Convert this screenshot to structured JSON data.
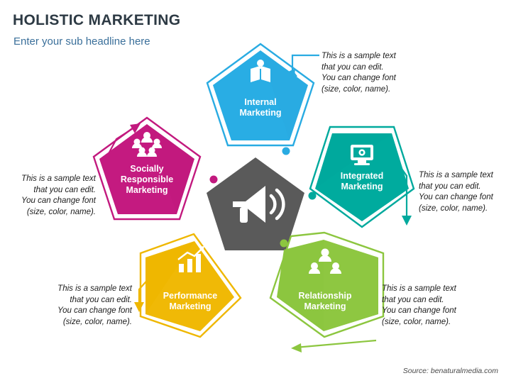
{
  "header": {
    "title": "HOLISTIC MARKETING",
    "subtitle": "Enter your sub headline here"
  },
  "footer": {
    "source": "Source: benaturalmedia.com"
  },
  "center": {
    "icon": "megaphone-icon",
    "color": "#5a5a5a"
  },
  "nodes": [
    {
      "id": "internal-marketing",
      "label_line1": "Internal",
      "label_line2": "Marketing",
      "color": "#29ABE2",
      "dark": "#1d8dbd",
      "icon": "book-idea-icon"
    },
    {
      "id": "integrated-marketing",
      "label_line1": "Integrated",
      "label_line2": "Marketing",
      "color": "#00A99D",
      "dark": "#008a80",
      "icon": "monitor-gear-icon"
    },
    {
      "id": "relationship-marketing",
      "label_line1": "Relationship",
      "label_line2": "Marketing",
      "color": "#8CC63F",
      "dark": "#6fa22c",
      "icon": "people-network-icon"
    },
    {
      "id": "performance-marketing",
      "label_line1": "Performance",
      "label_line2": "Marketing",
      "color": "#EFB700",
      "dark": "#c99a00",
      "icon": "growth-chart-icon"
    },
    {
      "id": "socially-responsible-marketing",
      "label_line1": "Socially",
      "label_line2": "Responsible",
      "label_line3": "Marketing",
      "color": "#C2197E",
      "dark": "#9c1365",
      "icon": "people-group-icon"
    }
  ],
  "callouts": [
    {
      "id": "callout-internal",
      "lines": [
        "This is a sample text",
        "that you can edit.",
        "You can change font",
        "(size, color, name)."
      ]
    },
    {
      "id": "callout-integrated",
      "lines": [
        "This is a sample text",
        "that you can edit.",
        "You can change font",
        "(size, color, name)."
      ]
    },
    {
      "id": "callout-relationship",
      "lines": [
        "This is a sample text",
        "that you can edit.",
        "You can change font",
        "(size, color, name)."
      ]
    },
    {
      "id": "callout-performance",
      "lines": [
        "This is a sample text",
        "that you can edit.",
        "You can change font",
        "(size, color, name)."
      ]
    },
    {
      "id": "callout-socially",
      "lines": [
        "This is a sample text",
        "that you can edit.",
        "You can change font",
        "(size, color, name)."
      ]
    }
  ]
}
